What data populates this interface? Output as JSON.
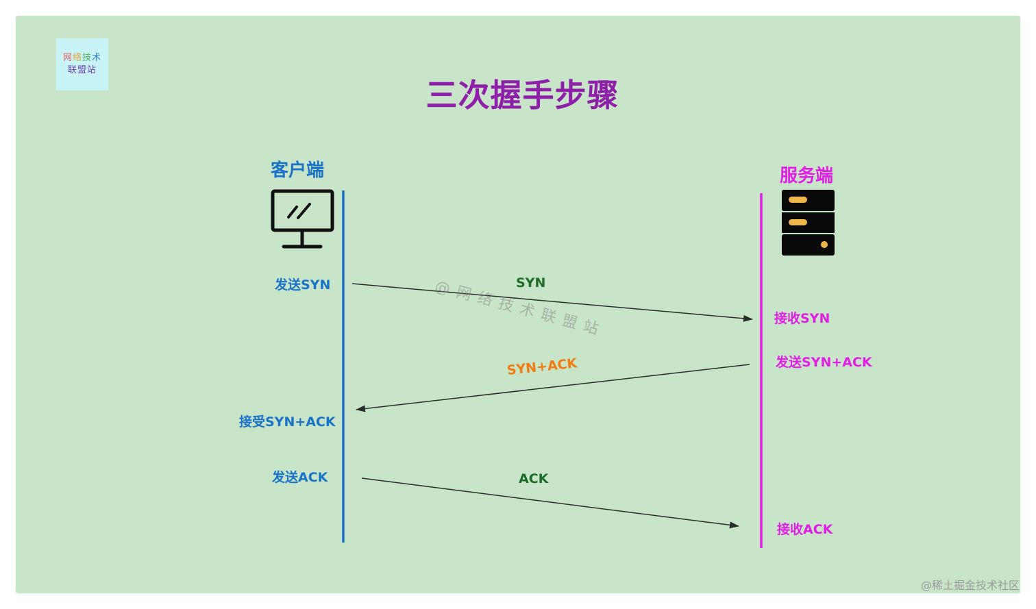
{
  "logo": {
    "line1": [
      "网",
      "络",
      "技",
      "术"
    ],
    "line2": "联盟站"
  },
  "title": "三次握手步骤",
  "client": {
    "label": "客户端"
  },
  "server": {
    "label": "服务端"
  },
  "steps": {
    "client_send_syn": "发送SYN",
    "arrow1": "SYN",
    "server_recv_syn": "接收SYN",
    "server_send_synack": "发送SYN+ACK",
    "arrow2": "SYN+ACK",
    "client_recv_synack": "接受SYN+ACK",
    "client_send_ack": "发送ACK",
    "arrow3": "ACK",
    "server_recv_ack": "接收ACK"
  },
  "watermark": "@网络技术联盟站",
  "footer": "@稀土掘金技术社区",
  "colors": {
    "background": "#c9e5c9",
    "title": "#8e1fa8",
    "client": "#1a73c8",
    "server": "#e21ee6",
    "arrow_label_green": "#1e6b2a",
    "arrow_label_orange": "#f07c12"
  }
}
